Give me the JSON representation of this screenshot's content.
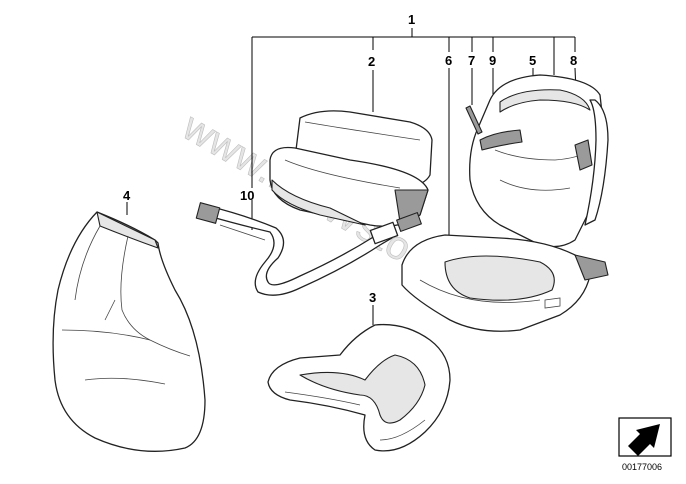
{
  "diagram": {
    "callouts": {
      "c1": "1",
      "c2": "2",
      "c3": "3",
      "c4": "4",
      "c5": "5",
      "c6": "6",
      "c7": "7",
      "c8": "8",
      "c9": "9",
      "c10": "10"
    },
    "watermark": "www.BMWstore.pl",
    "diagram_code": "00177006",
    "icons": {
      "direction": "arrow-icon"
    },
    "colors": {
      "line": "#222222",
      "shade": "#9a9a9a",
      "watermark": "#cfcfcf"
    }
  }
}
